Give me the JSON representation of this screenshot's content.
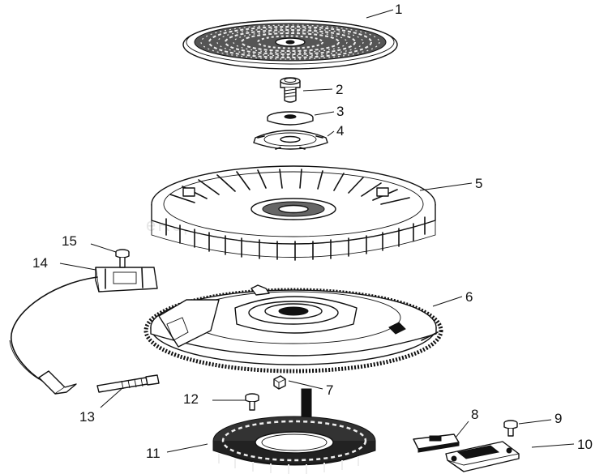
{
  "watermark": "eReplacementParts.com",
  "callouts": [
    {
      "id": "1",
      "label": "1"
    },
    {
      "id": "2",
      "label": "2"
    },
    {
      "id": "3",
      "label": "3"
    },
    {
      "id": "4",
      "label": "4"
    },
    {
      "id": "5",
      "label": "5"
    },
    {
      "id": "6",
      "label": "6"
    },
    {
      "id": "7",
      "label": "7"
    },
    {
      "id": "8",
      "label": "8"
    },
    {
      "id": "9",
      "label": "9"
    },
    {
      "id": "10",
      "label": "10"
    },
    {
      "id": "11",
      "label": "11"
    },
    {
      "id": "12",
      "label": "12"
    },
    {
      "id": "13",
      "label": "13"
    },
    {
      "id": "14",
      "label": "14"
    },
    {
      "id": "15",
      "label": "15"
    }
  ]
}
